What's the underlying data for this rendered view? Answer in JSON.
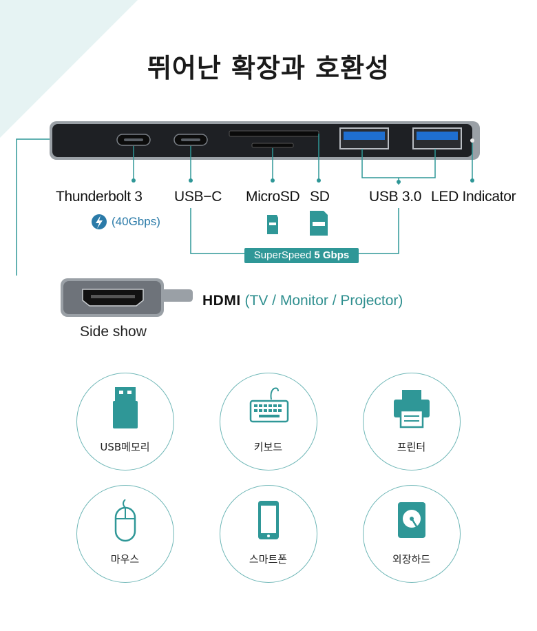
{
  "title": "뛰어난 확장과 호환성",
  "ports": {
    "thunderbolt": "Thunderbolt 3",
    "thunderbolt_speed": "(40Gbps)",
    "usbc": "USB−C",
    "microsd": "MicroSD",
    "sd": "SD",
    "usb3": "USB 3.0",
    "led": "LED Indicator"
  },
  "superspeed": {
    "prefix": "Super",
    "middle": "Speed",
    "suffix": " 5 Gbps"
  },
  "hdmi": {
    "label": "HDMI",
    "detail": " (TV / Monitor / Projector)"
  },
  "side_show": "Side show",
  "compat": [
    {
      "label": "USB메모리",
      "icon": "usb-drive-icon"
    },
    {
      "label": "키보드",
      "icon": "keyboard-icon"
    },
    {
      "label": "프린터",
      "icon": "printer-icon"
    },
    {
      "label": "마우스",
      "icon": "mouse-icon"
    },
    {
      "label": "스마트폰",
      "icon": "smartphone-icon"
    },
    {
      "label": "외장하드",
      "icon": "hard-drive-icon"
    }
  ],
  "colors": {
    "accent": "#2f9797",
    "corner": "#e6f3f3",
    "port_blue": "#2a7aa8"
  }
}
